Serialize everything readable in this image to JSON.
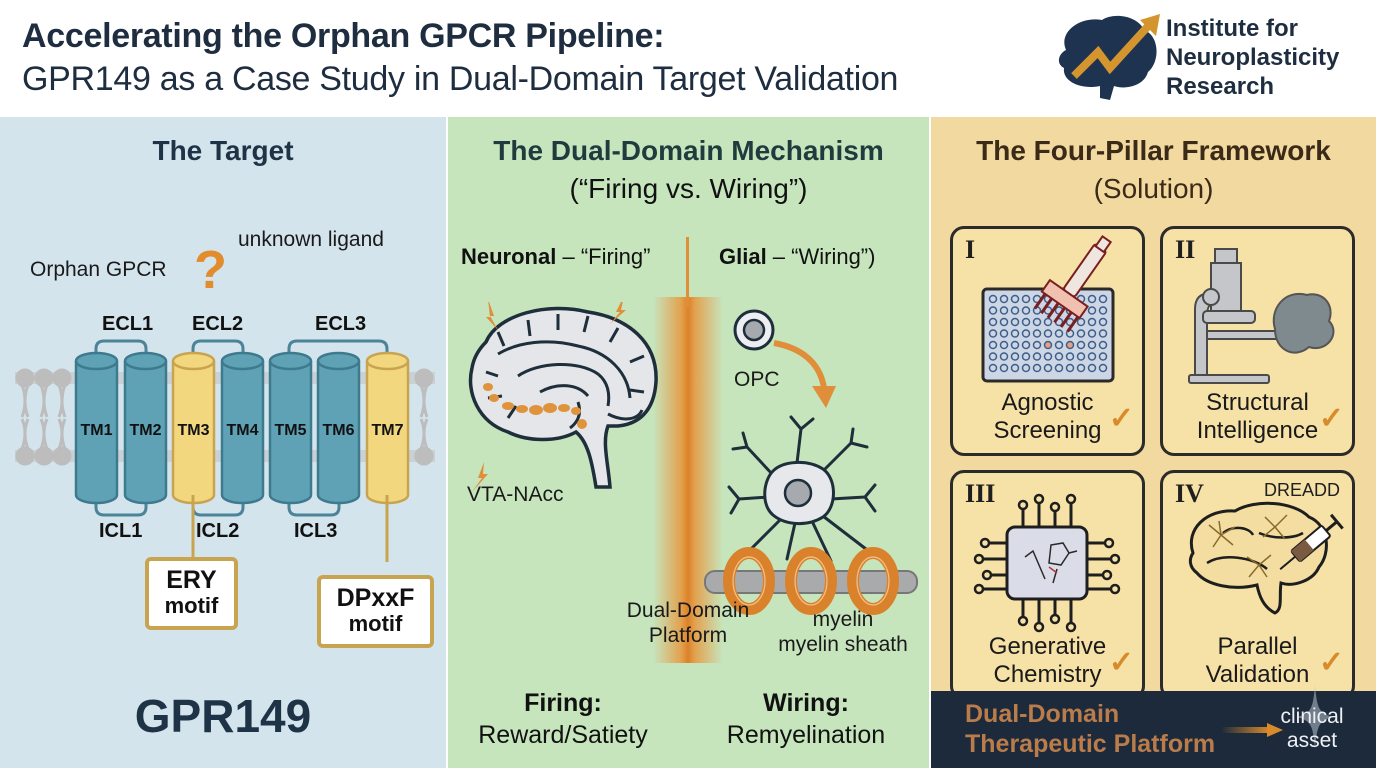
{
  "header": {
    "title": "Accelerating the Orphan GPCR Pipeline:",
    "subtitle": "GPR149 as a Case Study in Dual-Domain Target Validation",
    "logo": {
      "icon": "brain-growth-arrow-icon",
      "lines": [
        "Institute for",
        "Neuroplasticity",
        "Research"
      ]
    }
  },
  "colors": {
    "navy": "#1e2e40",
    "orange_accent": "#e08e3a",
    "panel_target_bg": "#d4e4ec",
    "panel_mechanism_bg": "#c6e5bd",
    "panel_framework_bg": "#f1d9a0",
    "helix_teal": "#5fa2b6",
    "helix_yellow": "#f3d77e",
    "footer_bg": "#1c2a3b"
  },
  "target_panel": {
    "heading": "The Target",
    "orphan_label": "Orphan GPCR",
    "question_mark": "?",
    "ligand_label": "unknown ligand",
    "extracellular_loops": [
      "ECL1",
      "ECL2",
      "ECL3"
    ],
    "intracellular_loops": [
      "ICL1",
      "ICL2",
      "ICL3"
    ],
    "helices": [
      {
        "label": "TM1",
        "highlight": false
      },
      {
        "label": "TM2",
        "highlight": false
      },
      {
        "label": "TM3",
        "highlight": true
      },
      {
        "label": "TM4",
        "highlight": false
      },
      {
        "label": "TM5",
        "highlight": false
      },
      {
        "label": "TM6",
        "highlight": false
      },
      {
        "label": "TM7",
        "highlight": true
      }
    ],
    "motifs": [
      {
        "name": "ERY",
        "suffix": "motif",
        "helix": "TM3"
      },
      {
        "name": "DPxxF",
        "suffix": "motif",
        "helix": "TM7"
      }
    ],
    "receptor_name": "GPR149"
  },
  "mechanism_panel": {
    "heading": "The Dual-Domain Mechanism",
    "subheading": "(“Firing vs. Wiring”)",
    "neuronal": {
      "bold": "Neuronal",
      "rest": " – “Firing”"
    },
    "glial": {
      "bold": "Glial",
      "rest": " – “Wiring”)"
    },
    "brain_label": "VTA-NAcc",
    "opc_label": "OPC",
    "platform_label": [
      "Dual-Domain",
      "Platform"
    ],
    "myelin_label": [
      "myelin",
      "myelin sheath"
    ],
    "firing": {
      "title": "Firing:",
      "desc": "Reward/Satiety"
    },
    "wiring": {
      "title": "Wiring:",
      "desc": "Remyelination"
    }
  },
  "framework_panel": {
    "heading": "The Four-Pillar Framework",
    "subheading": "(Solution)",
    "pillars": [
      {
        "numeral": "I",
        "label": [
          "Agnostic",
          "Screening"
        ],
        "icon": "pipette-well-plate-icon",
        "status": "check"
      },
      {
        "numeral": "II",
        "label": [
          "Structural",
          "Intelligence"
        ],
        "icon": "microscope-protein-icon",
        "status": "check"
      },
      {
        "numeral": "III",
        "label": [
          "Generative",
          "Chemistry"
        ],
        "icon": "ai-chip-molecule-icon",
        "status": "check"
      },
      {
        "numeral": "IV",
        "label": [
          "Parallel",
          "Validation"
        ],
        "icon": "brain-syringe-icon",
        "status": "check",
        "tag": "DREADD"
      }
    ],
    "check_glyph": "✓",
    "footer": {
      "title": [
        "Dual-Domain",
        "Therapeutic Platform"
      ],
      "arrow_icon": "arrow-right-icon",
      "result": [
        "clinical",
        "asset"
      ]
    }
  }
}
